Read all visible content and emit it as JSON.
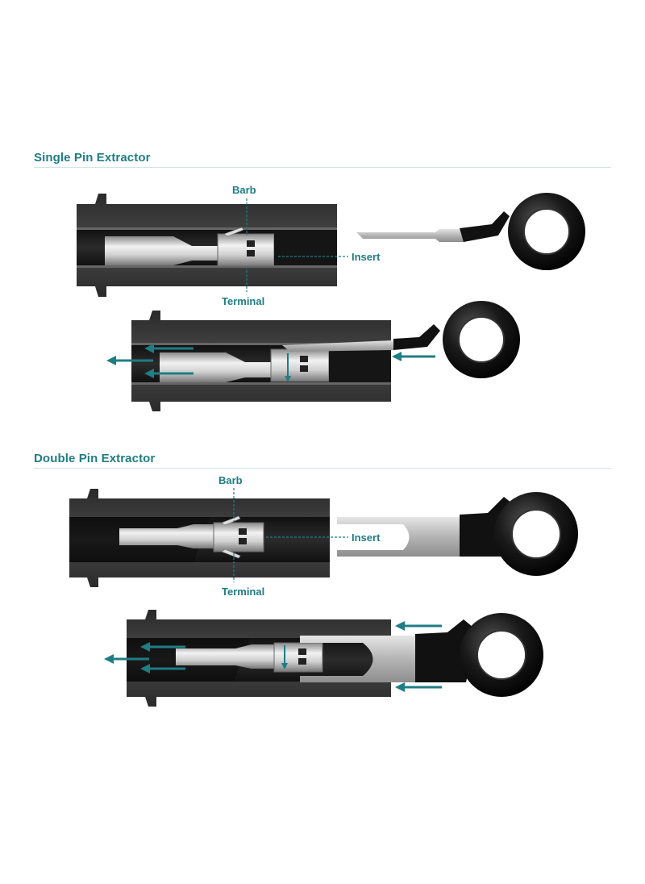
{
  "sections": [
    {
      "title": "Single Pin Extractor",
      "labels": {
        "barb": "Barb",
        "insert": "Insert",
        "terminal": "Terminal"
      }
    },
    {
      "title": "Double Pin Extractor",
      "labels": {
        "barb": "Barb",
        "insert": "Insert",
        "terminal": "Terminal"
      }
    }
  ],
  "colors": {
    "accent": "#1f7d84",
    "housing": "#3a3a3a",
    "metal": "#c8c8c8",
    "ring": "#111111"
  }
}
